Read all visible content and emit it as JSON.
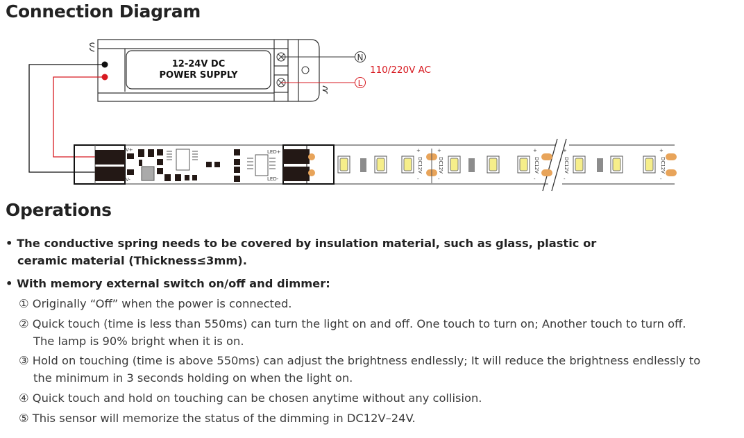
{
  "connection": {
    "title": "Connection Diagram",
    "power_supply_line1": "12-24V DC",
    "power_supply_line2": "POWER SUPPLY",
    "neutral": "N",
    "live": "L",
    "ac_label": "110/220V AC",
    "v_plus": "V+",
    "v_minus": "V-",
    "led_plus": "LED+",
    "led_minus": "LED-",
    "dc_label": "DC12V",
    "plus": "+",
    "minus": "-",
    "colors": {
      "red": "#d71920",
      "led_yellow": "#f6ee8a",
      "pad_orange": "#e8a45a",
      "resistor_gray": "#8c8c8c"
    }
  },
  "operations": {
    "title": "Operations",
    "bullet1_line1": "• The conductive spring needs to be covered by insulation material, such as glass, plastic or",
    "bullet1_line2": "ceramic material (Thickness≤3mm).",
    "bullet2": "• With memory external switch on/off and dimmer:",
    "items": [
      {
        "line1": "① Originally “Off”  when the power is connected."
      },
      {
        "line1": "② Quick touch (time is less than 550ms) can turn the light on and off. One touch to turn on; Another touch to turn off.",
        "line2": "The lamp is 90% bright when it is on."
      },
      {
        "line1": "③ Hold on touching (time is above 550ms) can adjust the brightness endlessly; It will reduce the brightness endlessly to",
        "line2": "the minimum in 3 seconds holding on when the light on."
      },
      {
        "line1": "④ Quick touch and hold on touching can be chosen anytime without any collision."
      },
      {
        "line1": "⑤ This sensor will memorize the status of the dimming in DC12V–24V."
      }
    ]
  }
}
